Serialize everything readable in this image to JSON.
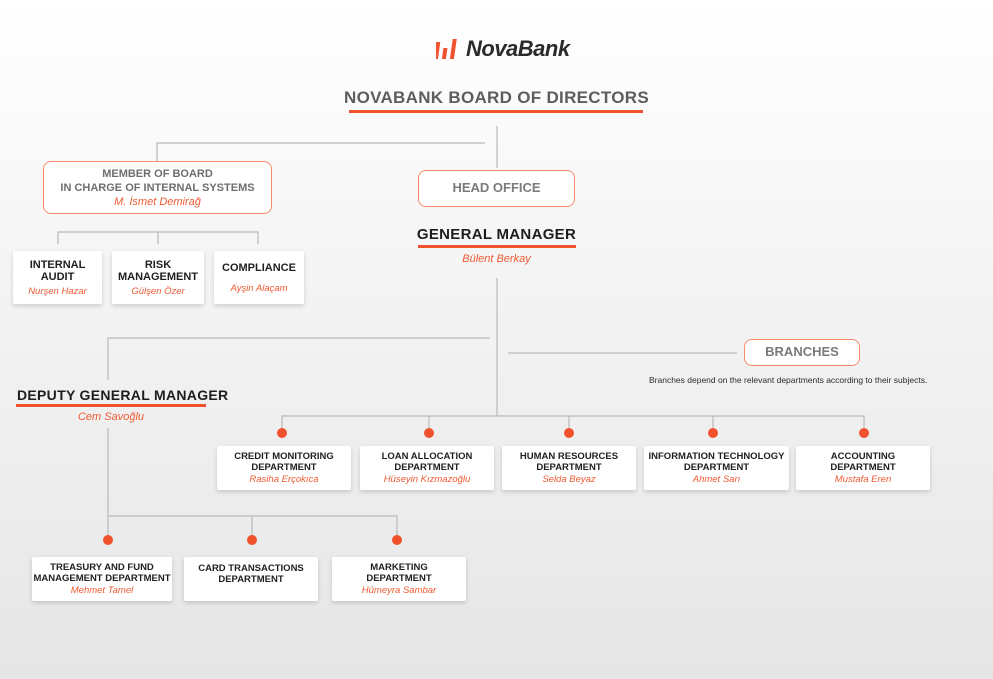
{
  "brand": {
    "name": "NovaBank",
    "accent": "#f0522d"
  },
  "board": {
    "title": "NOVABANK BOARD OF DIRECTORS"
  },
  "internal_systems": {
    "title_line1": "MEMBER OF BOARD",
    "title_line2": "IN CHARGE OF INTERNAL SYSTEMS",
    "name": "M. İsmet Demirağ",
    "units": [
      {
        "title": "INTERNAL\nAUDIT",
        "name": "Nurşen Hazar"
      },
      {
        "title": "RISK\nMANAGEMENT",
        "name": "Gülşen Özer"
      },
      {
        "title": "COMPLIANCE",
        "name": "Ayşin Alaçam"
      }
    ]
  },
  "head_office": {
    "label": "HEAD OFFICE"
  },
  "general_manager": {
    "title": "GENERAL MANAGER",
    "name": "Bülent Berkay"
  },
  "branches": {
    "label": "BRANCHES",
    "note": "Branches depend on the relevant departments according to their subjects."
  },
  "deputy": {
    "title": "DEPUTY GENERAL MANAGER",
    "name": "Cem Savoğlu"
  },
  "departments": [
    {
      "title": "CREDIT MONITORING\nDEPARTMENT",
      "name": "Rasiha Erçokıca"
    },
    {
      "title": "LOAN ALLOCATION\nDEPARTMENT",
      "name": "Hüseyin Kızmazoğlu"
    },
    {
      "title": "HUMAN RESOURCES\nDEPARTMENT",
      "name": "Selda Beyaz"
    },
    {
      "title": "INFORMATION TECHNOLOGY\nDEPARTMENT",
      "name": "Ahmet Sarı"
    },
    {
      "title": "ACCOUNTING\nDEPARTMENT",
      "name": "Mustafa Eren"
    }
  ],
  "deputy_departments": [
    {
      "title": "TREASURY AND FUND\nMANAGEMENT DEPARTMENT",
      "name": "Mehmet Tamel"
    },
    {
      "title": "CARD TRANSACTIONS\nDEPARTMENT",
      "name": ""
    },
    {
      "title": "MARKETING\nDEPARTMENT",
      "name": "Hümeyra Sambar"
    }
  ]
}
